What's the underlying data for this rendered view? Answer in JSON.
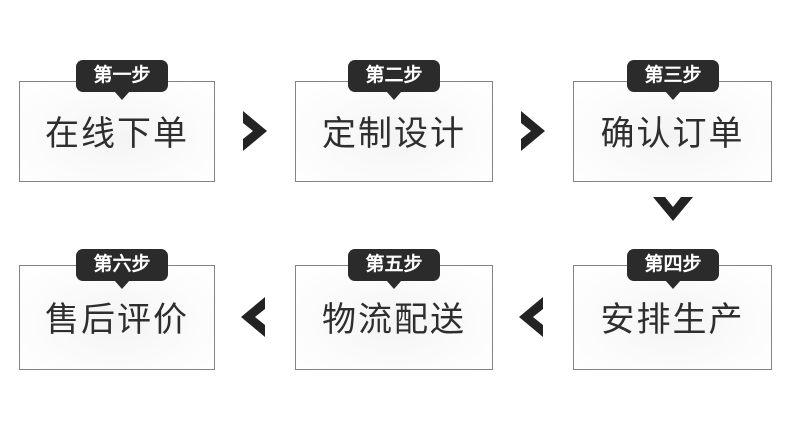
{
  "diagram": {
    "title": "",
    "colors": {
      "background": "#ffffff",
      "box_border": "#838383",
      "box_fill": "#fbfbfb",
      "badge_bg": "#2b2b2b",
      "badge_text": "#ffffff",
      "step_text": "#2e2e2e",
      "arrow": "#232323"
    },
    "steps": [
      {
        "badge": "第一步",
        "label": "在线下单"
      },
      {
        "badge": "第二步",
        "label": "定制设计"
      },
      {
        "badge": "第三步",
        "label": "确认订单"
      },
      {
        "badge": "第四步",
        "label": "安排生产"
      },
      {
        "badge": "第五步",
        "label": "物流配送"
      },
      {
        "badge": "第六步",
        "label": "售后评价"
      }
    ],
    "arrows": [
      {
        "name": "arrow-step1-to-step2",
        "direction": "right"
      },
      {
        "name": "arrow-step2-to-step3",
        "direction": "right"
      },
      {
        "name": "arrow-step3-to-step4",
        "direction": "down"
      },
      {
        "name": "arrow-step4-to-step5",
        "direction": "left"
      },
      {
        "name": "arrow-step5-to-step6",
        "direction": "left"
      }
    ]
  }
}
